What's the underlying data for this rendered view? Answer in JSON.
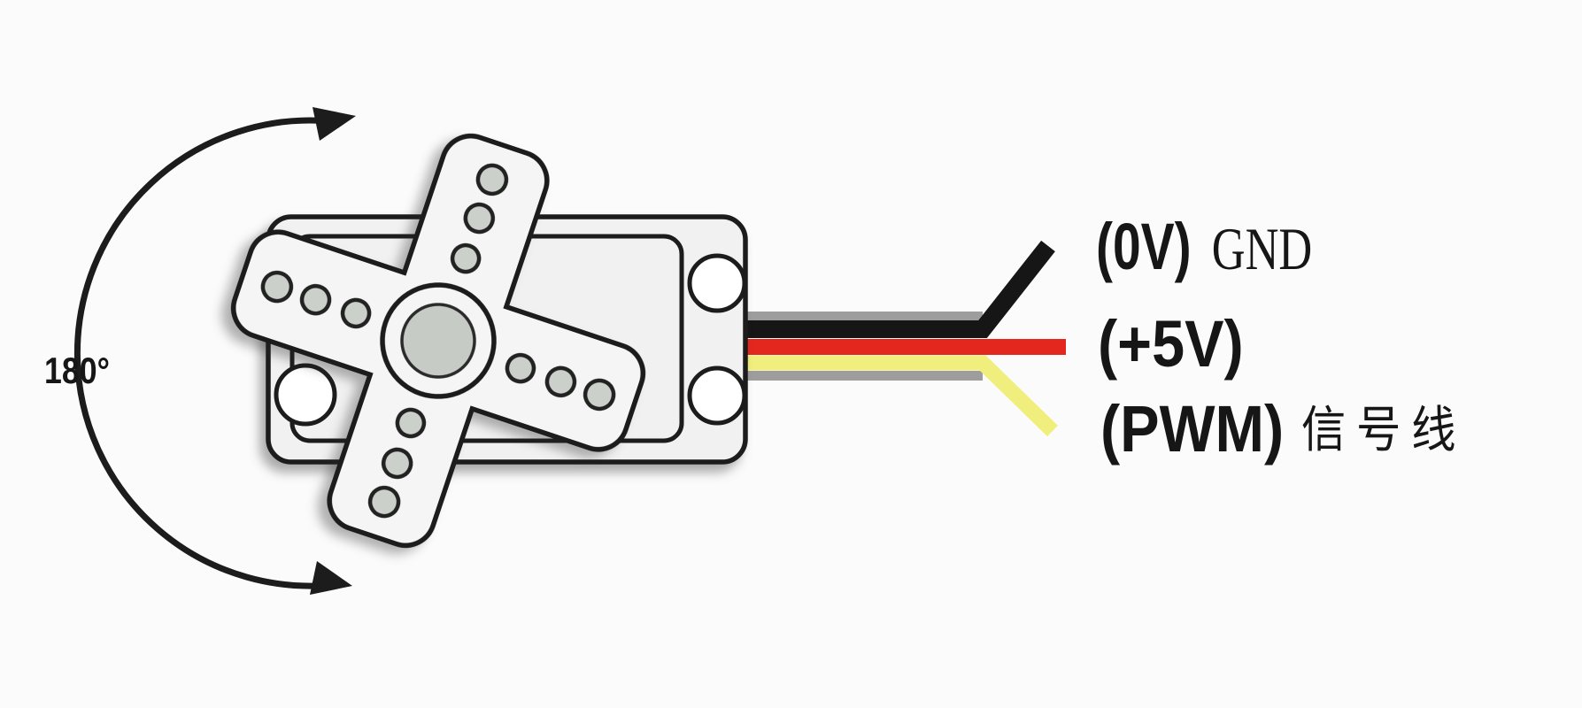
{
  "diagram": {
    "subject": "servo-motor-top-view",
    "rotation_label": "180°",
    "labels": {
      "gnd_primary": "(0V)",
      "gnd_secondary": "GND",
      "power_primary": "(+5V)",
      "signal_primary": "(PWM)",
      "signal_secondary": "信号线"
    },
    "colors": {
      "background": "#fbfbfb",
      "outline": "#1c1c1c",
      "body_fill": "#f1f1f1",
      "horn_fill": "#f5f5f5",
      "dot_fill": "#cbd0cb",
      "hub_fill": "#c6cbc6",
      "hole_fill": "#ffffff",
      "wire_black": "#161616",
      "wire_red": "#e3271e",
      "wire_yellow": "#f0ee7c",
      "wire_gray": "#9d9d9d",
      "text": "#161616"
    }
  }
}
